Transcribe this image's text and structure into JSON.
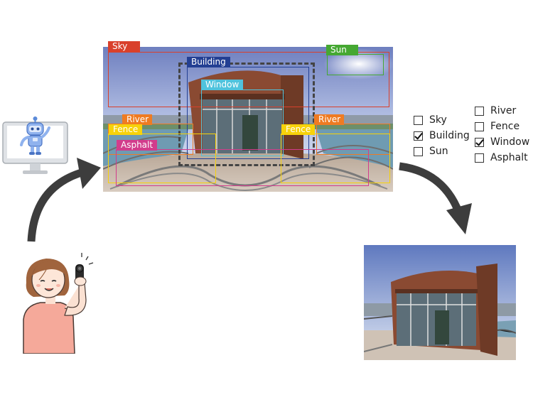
{
  "labels": {
    "sky": "Sky",
    "building": "Building",
    "sun": "Sun",
    "window": "Window",
    "river_left": "River",
    "river_right": "River",
    "fence_left": "Fence",
    "fence_right": "Fence",
    "asphalt": "Asphalt"
  },
  "checklist": {
    "column1": [
      {
        "label": "Sky",
        "checked": false
      },
      {
        "label": "Building",
        "checked": true
      },
      {
        "label": "Sun",
        "checked": false
      }
    ],
    "column2": [
      {
        "label": "River",
        "checked": false
      },
      {
        "label": "Fence",
        "checked": false
      },
      {
        "label": "Window",
        "checked": true
      },
      {
        "label": "Asphalt",
        "checked": false
      }
    ]
  },
  "colors": {
    "sky": "#d9402b",
    "building": "#233f93",
    "sun": "#45a832",
    "window": "#4fc3dd",
    "river": "#ef7b22",
    "fence": "#f7d20a",
    "asphalt": "#d23c8c",
    "arrow": "#3d3d3d"
  }
}
